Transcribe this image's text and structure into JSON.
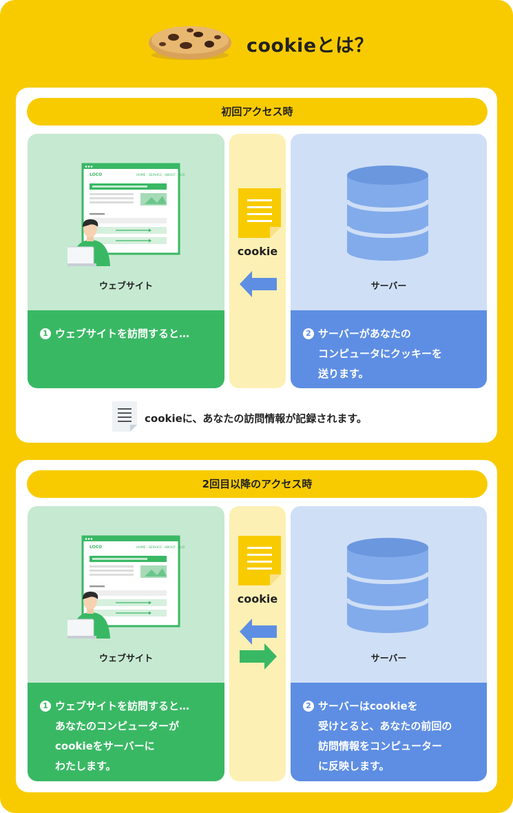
{
  "header": {
    "title": "cookieとは？"
  },
  "section1": {
    "title": "初回アクセス時",
    "left_label": "ウェブサイト",
    "right_label": "サーバー",
    "mid_label": "cookie",
    "left_step_num": "1",
    "left_step_lines": [
      "ウェブサイトを訪問すると…"
    ],
    "right_step_num": "2",
    "right_step_lines": [
      "サーバーがあなたの",
      "コンピュータにクッキーを",
      "送ります。"
    ],
    "note": "cookieに、あなたの訪問情報が記録されます。"
  },
  "section2": {
    "title": "2回目以降のアクセス時",
    "left_label": "ウェブサイト",
    "right_label": "サーバー",
    "mid_label": "cookie",
    "left_step_num": "1",
    "left_step_lines": [
      "ウェブサイトを訪問すると…",
      "あなたのコンピューターが",
      "cookieをサーバーに",
      "わたします。"
    ],
    "right_step_num": "2",
    "right_step_lines": [
      "サーバーはcookieを",
      "受けとると、あなたの前回の",
      "訪問情報をコンピューター",
      "に反映します。"
    ]
  },
  "mock_site": {
    "logo": "LOCO",
    "nav": "HOME · SERVICE · ABOUT · BLOG"
  },
  "colors": {
    "background": "#f8cb00",
    "green_panel": "#c6e9d1",
    "green_accent": "#39b864",
    "blue_panel": "#cfdff6",
    "blue_accent": "#5e8ee3",
    "mid_panel": "#fdf0b4"
  }
}
